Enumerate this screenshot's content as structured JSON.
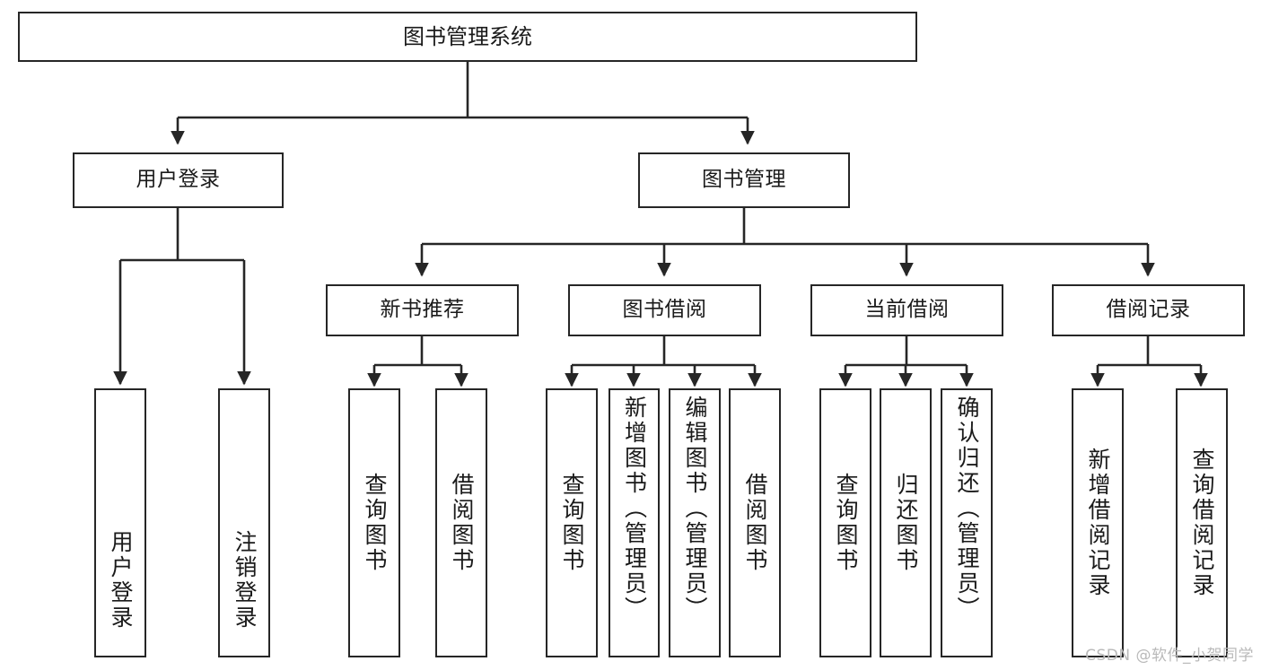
{
  "diagram": {
    "title": "图书管理系统",
    "watermark": "CSDN @软件_小贺同学",
    "stroke_color": "#262626",
    "background_color": "#ffffff",
    "level1": [
      {
        "label": "用户登录"
      },
      {
        "label": "图书管理"
      }
    ],
    "level2": [
      {
        "label": "新书推荐"
      },
      {
        "label": "图书借阅"
      },
      {
        "label": "当前借阅"
      },
      {
        "label": "借阅记录"
      }
    ],
    "leaves": {
      "user_login": [
        {
          "label": "用户登录"
        },
        {
          "label": "注销登录"
        }
      ],
      "new_book_recommend": [
        {
          "label": "查询图书"
        },
        {
          "label": "借阅图书"
        }
      ],
      "book_borrow": [
        {
          "label": "查询图书"
        },
        {
          "label": "新增图书（管理员）"
        },
        {
          "label": "编辑图书（管理员）"
        },
        {
          "label": "借阅图书"
        }
      ],
      "current_borrow": [
        {
          "label": "查询图书"
        },
        {
          "label": "归还图书"
        },
        {
          "label": "确认归还（管理员）"
        }
      ],
      "borrow_records": [
        {
          "label": "新增借阅记录"
        },
        {
          "label": "查询借阅记录"
        }
      ]
    }
  }
}
